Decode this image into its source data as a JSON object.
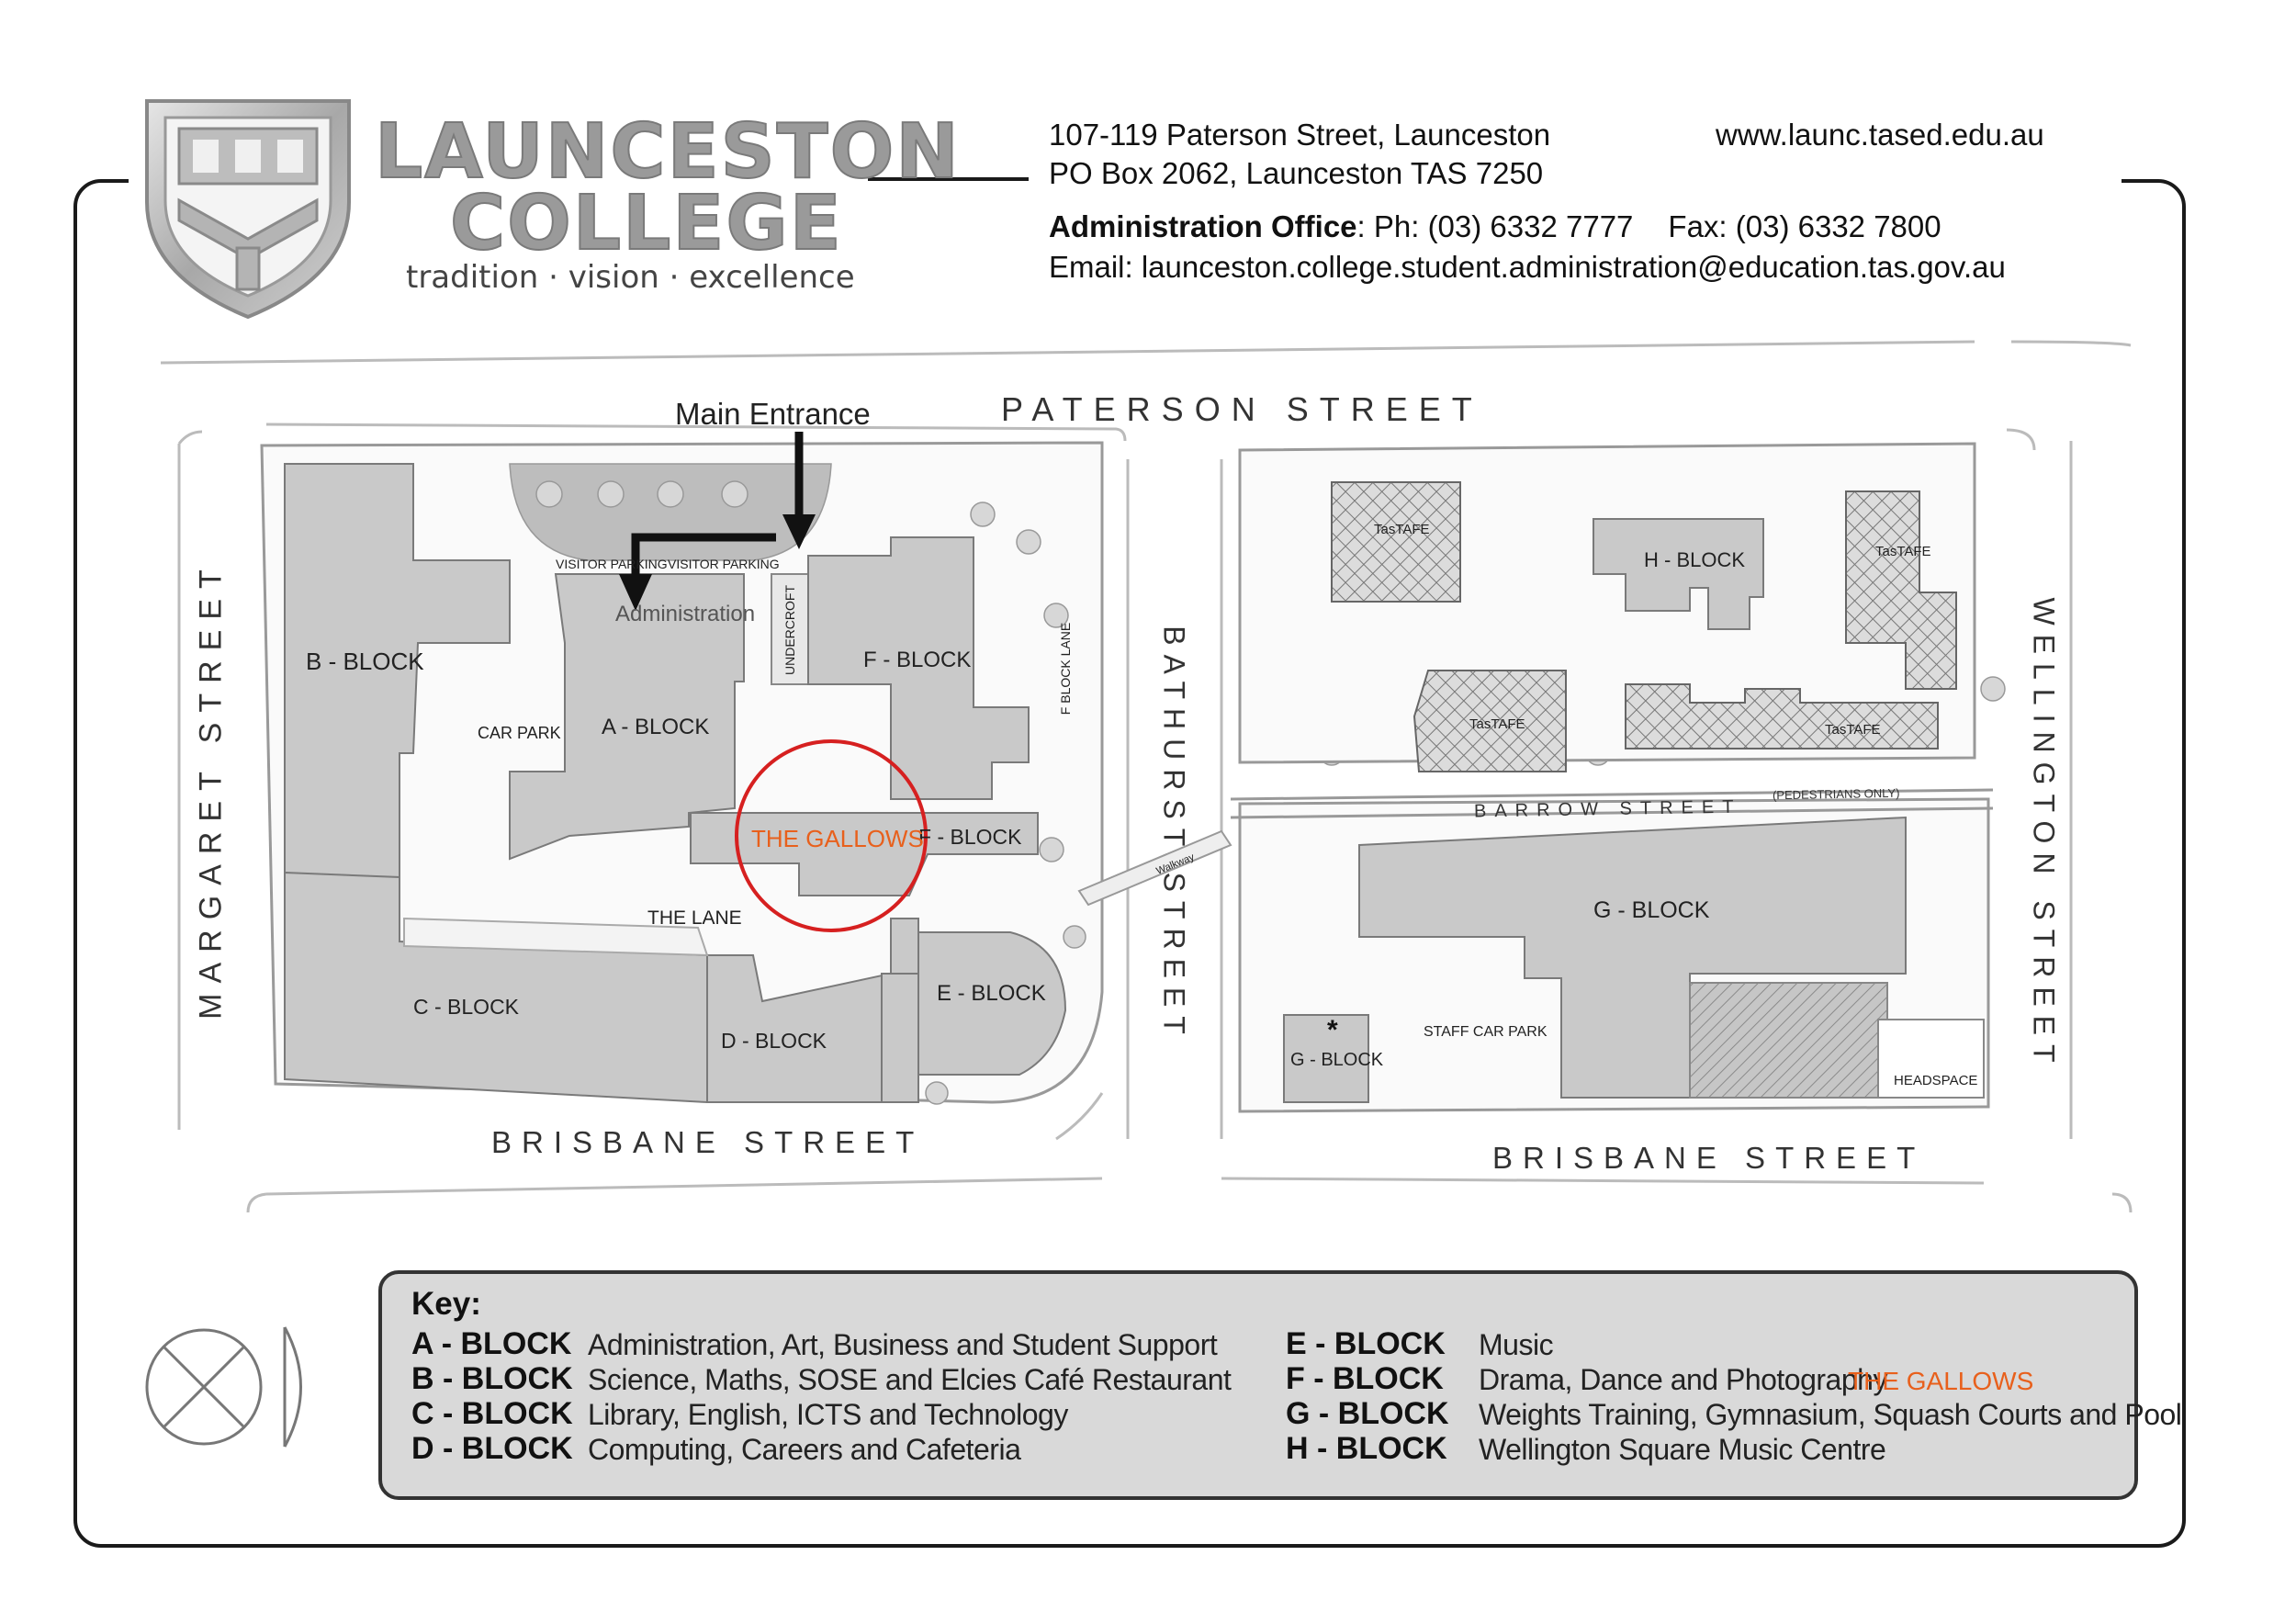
{
  "header": {
    "logo_line1": "LAUNCESTON",
    "logo_line2": "COLLEGE",
    "tagline": "tradition · vision · excellence",
    "address_line1": "107-119 Paterson Street, Launceston",
    "address_line2": "PO Box 2062, Launceston TAS 7250",
    "website": "www.launc.tased.edu.au",
    "admin_label": "Administration Office",
    "admin_phone": ": Ph: (03) 6332 7777",
    "admin_fax": "Fax: (03) 6332 7800",
    "email": "Email: launceston.college.student.administration@education.tas.gov.au"
  },
  "map": {
    "streets": {
      "paterson": "PATERSON STREET",
      "margaret": "MARGARET STREET",
      "bathurst": "BATHURST STREET",
      "wellington": "WELLINGTON STREET",
      "brisbane_west": "BRISBANE STREET",
      "brisbane_east": "BRISBANE STREET",
      "barrow": "BARROW STREET",
      "barrow_note": "(PEDESTRIANS ONLY)"
    },
    "main_entrance": "Main Entrance",
    "labels": {
      "visitor_parking_1": "VISITOR PARKING",
      "visitor_parking_2": "VISITOR PARKING",
      "administration": "Administration",
      "undercroft": "UNDERCROFT",
      "f_block_lane": "F BLOCK LANE",
      "b_block": "B - BLOCK",
      "car_park": "CAR PARK",
      "a_block": "A - BLOCK",
      "f_block_north": "F - BLOCK",
      "f_block_south": "F - BLOCK",
      "the_gallows": "THE GALLOWS",
      "the_lane": "THE LANE",
      "c_block": "C - BLOCK",
      "d_block": "D - BLOCK",
      "e_block": "E - BLOCK",
      "walkway": "Walkway",
      "tastafe_1": "TasTAFE",
      "tastafe_2": "TasTAFE",
      "tastafe_3": "TasTAFE",
      "tastafe_4": "TasTAFE",
      "h_block": "H - BLOCK",
      "g_block_main": "G - BLOCK",
      "g_block_small": "G - BLOCK",
      "g_block_star": "*",
      "staff_car_park": "STAFF CAR PARK",
      "headspace": "HEADSPACE"
    }
  },
  "key": {
    "title": "Key:",
    "left": [
      {
        "code": "A - BLOCK",
        "desc": "Administration, Art, Business and Student Support"
      },
      {
        "code": "B - BLOCK",
        "desc": "Science, Maths, SOSE and Elcies Café Restaurant"
      },
      {
        "code": "C - BLOCK",
        "desc": "Library, English, ICTS and Technology"
      },
      {
        "code": "D - BLOCK",
        "desc": "Computing, Careers and Cafeteria"
      }
    ],
    "right": [
      {
        "code": "E - BLOCK",
        "desc": "Music"
      },
      {
        "code": "F - BLOCK",
        "desc": "Drama, Dance and Photography"
      },
      {
        "code": "G - BLOCK",
        "desc": "Weights Training, Gymnasium, Squash Courts and Pool"
      },
      {
        "code": "H - BLOCK",
        "desc": "Wellington Square Music Centre"
      }
    ],
    "f_block_extra": "THE GALLOWS"
  },
  "colors": {
    "block_fill": "#c9c9c9",
    "gallows_circle": "#d62020",
    "gallows_text": "#e8601c",
    "frame": "#1a1a1a"
  },
  "icons": [
    "shield-logo-icon",
    "entrance-arrow-icon",
    "north-compass-icon"
  ]
}
